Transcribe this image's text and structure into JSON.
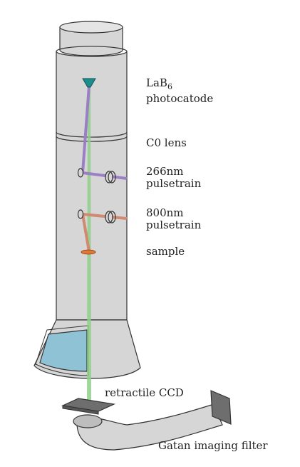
{
  "labels": {
    "cathode_main": "LaB",
    "cathode_sub": "6",
    "cathode_line2": "photocatode",
    "lens": "C0 lens",
    "uv_line1": "266nm",
    "uv_line2": "pulsetrain",
    "ir_line1": "800nm",
    "ir_line2": "pulsetrain",
    "sample": "sample",
    "ccd": "retractile CCD",
    "filter": "Gatan imaging filter"
  },
  "colors": {
    "column_fill": "#d6d6d6",
    "outline": "#333333",
    "electron_beam": "#8fcf8a",
    "uv_beam": "#9b7fc4",
    "ir_beam": "#cf8a70",
    "cathode": "#1c8c8c",
    "sample": "#e07838",
    "screen": "#8fc2d4"
  }
}
